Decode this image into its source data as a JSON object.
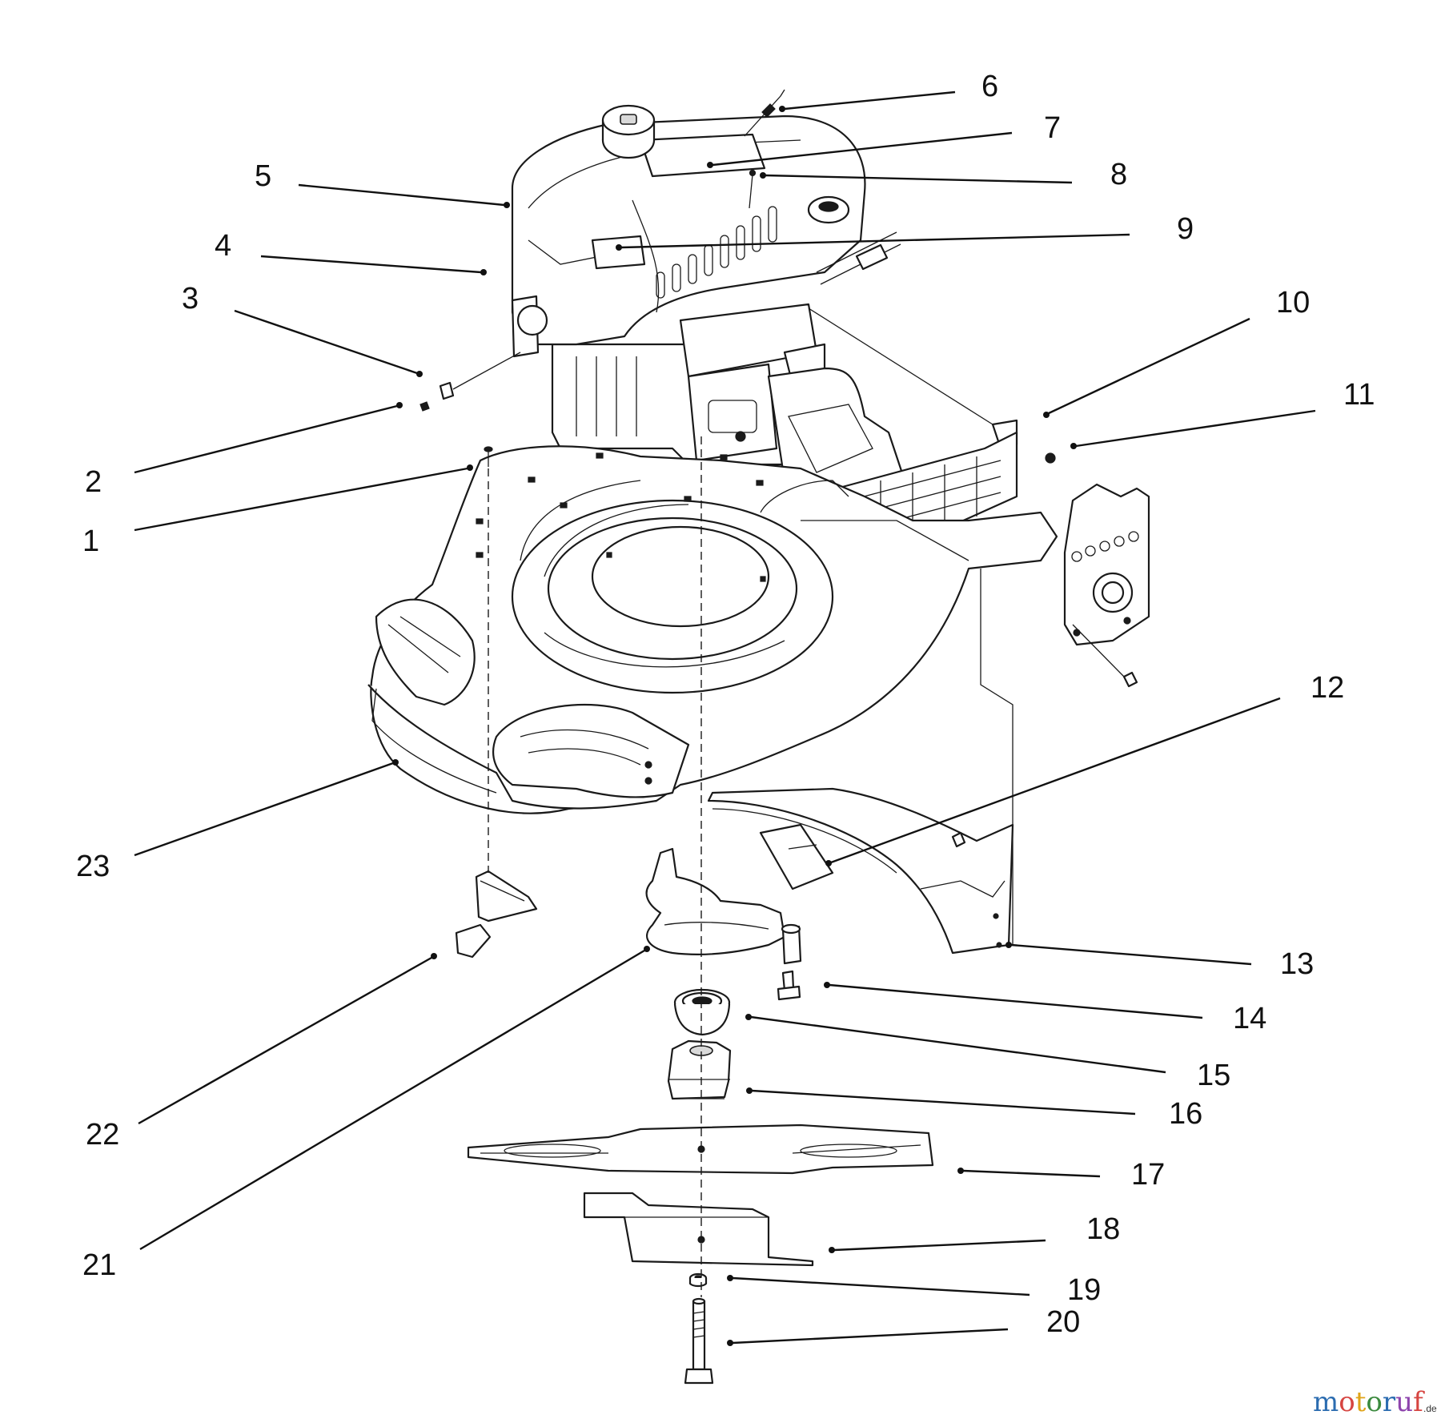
{
  "callouts": [
    {
      "id": "1",
      "label": "1"
    },
    {
      "id": "2",
      "label": "2"
    },
    {
      "id": "3",
      "label": "3"
    },
    {
      "id": "4",
      "label": "4"
    },
    {
      "id": "5",
      "label": "5"
    },
    {
      "id": "6",
      "label": "6"
    },
    {
      "id": "7",
      "label": "7"
    },
    {
      "id": "8",
      "label": "8"
    },
    {
      "id": "9",
      "label": "9"
    },
    {
      "id": "10",
      "label": "10"
    },
    {
      "id": "11",
      "label": "11"
    },
    {
      "id": "12",
      "label": "12"
    },
    {
      "id": "13",
      "label": "13"
    },
    {
      "id": "14",
      "label": "14"
    },
    {
      "id": "15",
      "label": "15"
    },
    {
      "id": "16",
      "label": "16"
    },
    {
      "id": "17",
      "label": "17"
    },
    {
      "id": "18",
      "label": "18"
    },
    {
      "id": "19",
      "label": "19"
    },
    {
      "id": "20",
      "label": "20"
    },
    {
      "id": "21",
      "label": "21"
    },
    {
      "id": "22",
      "label": "22"
    },
    {
      "id": "23",
      "label": "23"
    }
  ],
  "watermark": {
    "letters": [
      "m",
      "o",
      "t",
      "o",
      "r",
      "u",
      "f"
    ],
    "suffix": ".de",
    "colors": [
      "#2b6cb0",
      "#d64541",
      "#e0a419",
      "#3b8a3e",
      "#2b6cb0",
      "#8e44ad",
      "#d64541"
    ]
  }
}
